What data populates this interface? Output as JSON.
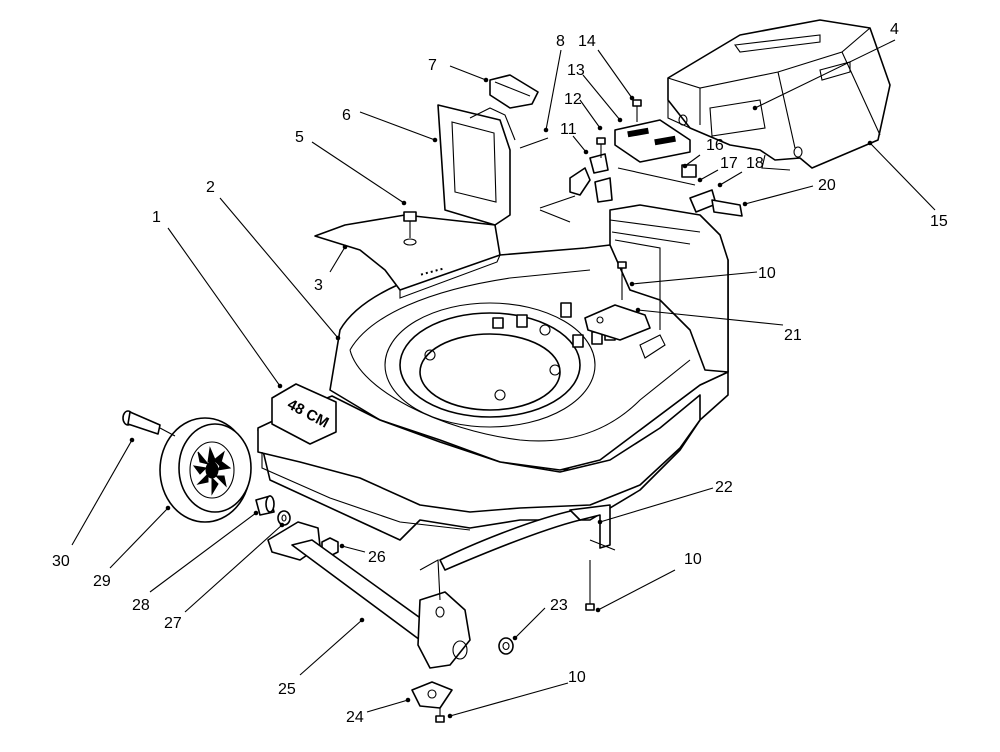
{
  "deck_text": "48 CM",
  "callouts": {
    "c1": "1",
    "c2": "2",
    "c3": "3",
    "c4": "4",
    "c5": "5",
    "c6": "6",
    "c7": "7",
    "c8": "8",
    "c9": "10",
    "c10": "10",
    "c11": "10",
    "c12": "11",
    "c13": "12",
    "c14": "13",
    "c15": "14",
    "c16": "15",
    "c17": "16",
    "c18": "17",
    "c19": "18",
    "c20": "20",
    "c21": "21",
    "c22": "22",
    "c23": "23",
    "c24": "24",
    "c25": "25",
    "c26": "26",
    "c27": "27",
    "c28": "28",
    "c29": "29",
    "c30": "30"
  }
}
